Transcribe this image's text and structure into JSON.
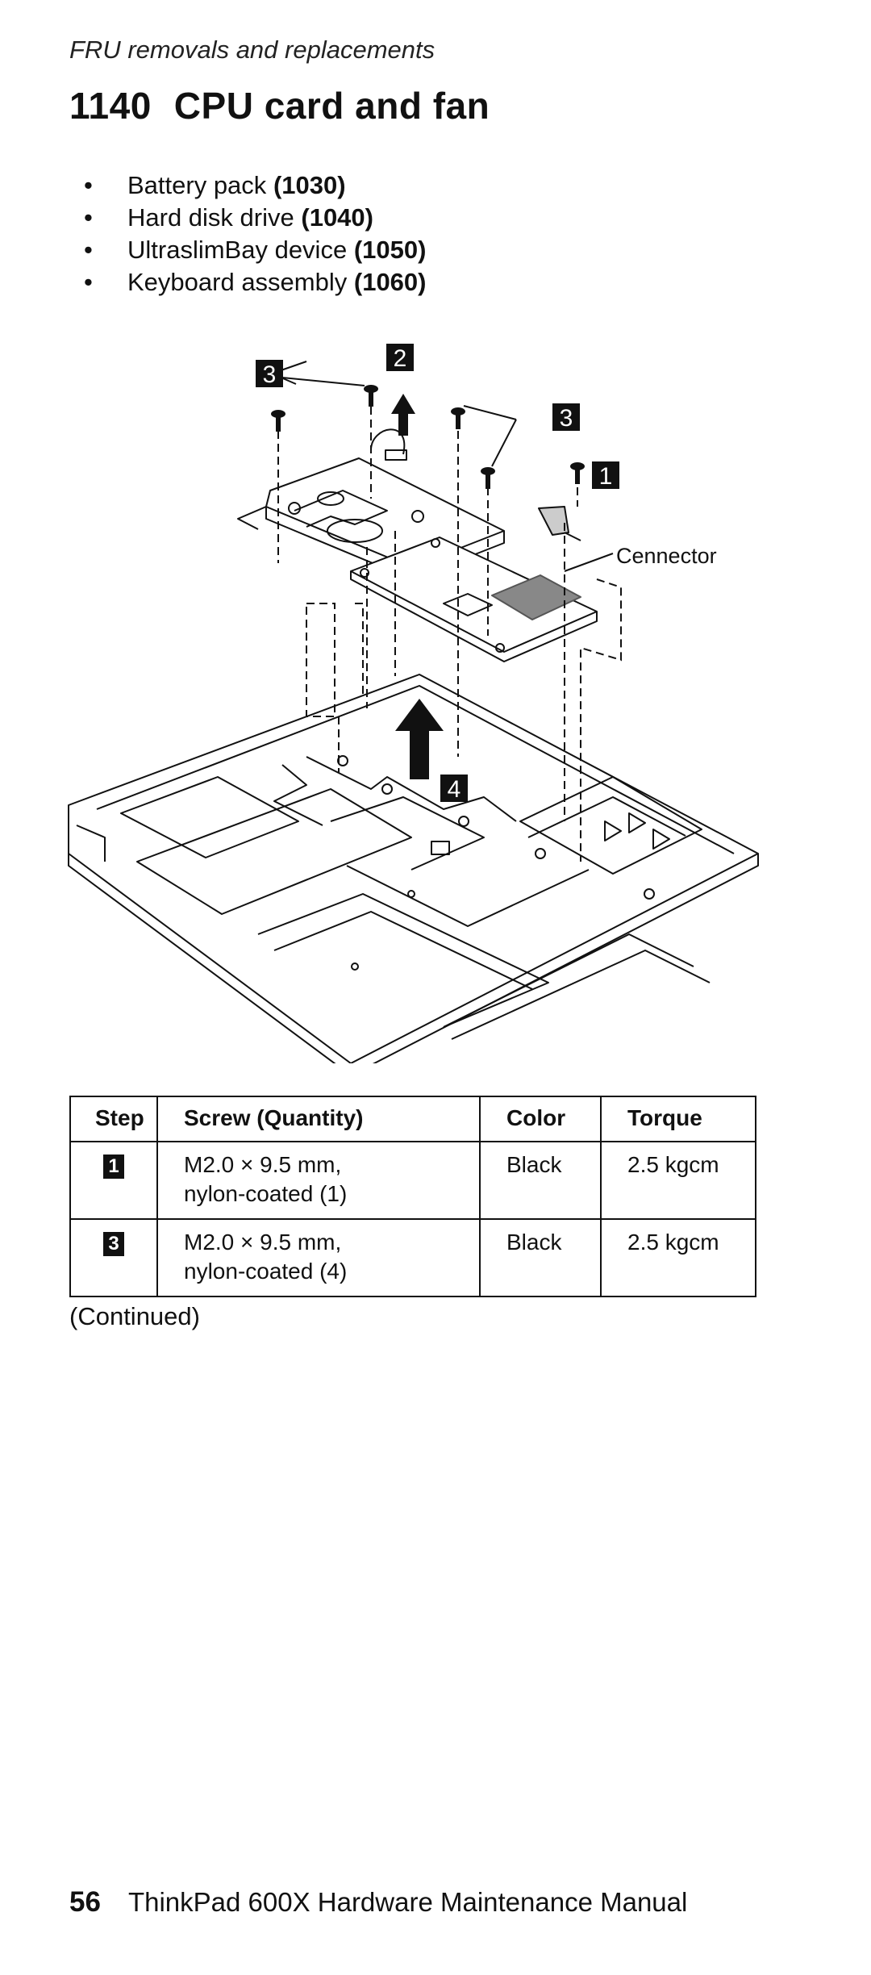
{
  "header": "FRU removals and replacements",
  "section": {
    "number": "1140",
    "title": "CPU card and fan"
  },
  "prerequisites": [
    {
      "text": "Battery pack",
      "ref": "(1030)"
    },
    {
      "text": "Hard disk drive",
      "ref": "(1040)"
    },
    {
      "text": "UltraslimBay device",
      "ref": "(1050)"
    },
    {
      "text": "Keyboard assembly",
      "ref": "(1060)"
    }
  ],
  "figure": {
    "callouts": [
      "1",
      "2",
      "3",
      "3",
      "4"
    ],
    "connector_label": "Cennector"
  },
  "table": {
    "headers": [
      "Step",
      "Screw (Quantity)",
      "Color",
      "Torque"
    ],
    "rows": [
      {
        "step": "1",
        "screw_line1": "M2.0 × 9.5 mm,",
        "screw_line2": "nylon-coated (1)",
        "color": "Black",
        "torque": "2.5 kgcm"
      },
      {
        "step": "3",
        "screw_line1": "M2.0 × 9.5 mm,",
        "screw_line2": "nylon-coated (4)",
        "color": "Black",
        "torque": "2.5 kgcm"
      }
    ]
  },
  "continued": "(Continued)",
  "footer": {
    "page": "56",
    "title": "ThinkPad 600X Hardware Maintenance Manual"
  }
}
